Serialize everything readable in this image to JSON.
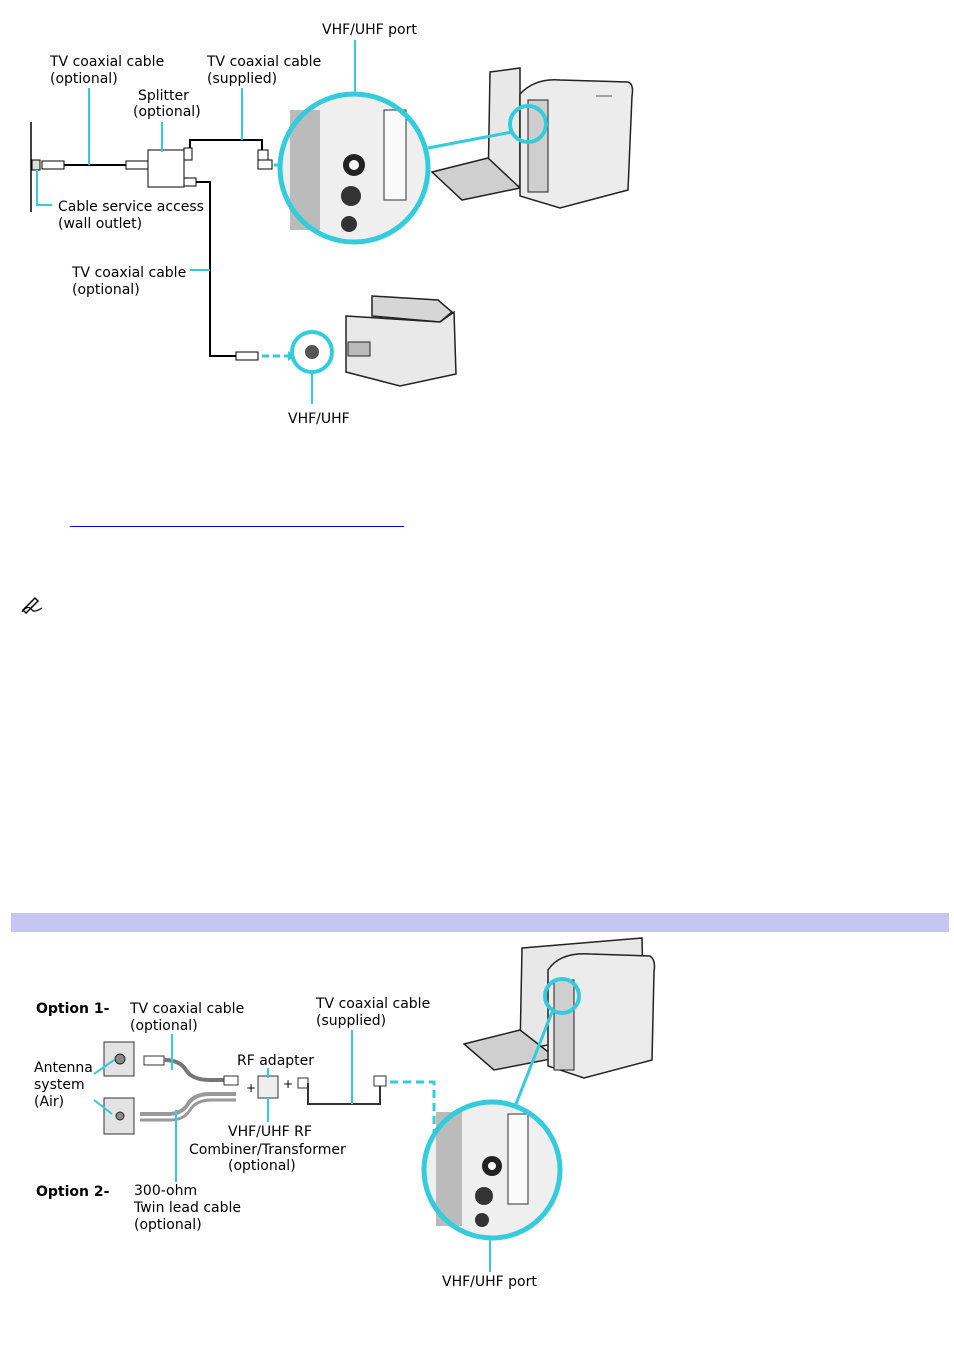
{
  "diagram1": {
    "labels": {
      "vhf_port_top": "VHF/UHF port",
      "tv_cable_opt_1a": "TV coaxial cable",
      "tv_cable_opt_1b": "(optional)",
      "tv_cable_sup_1a": "TV coaxial cable",
      "tv_cable_sup_1b": "(supplied)",
      "splitter_a": "Splitter",
      "splitter_b": "(optional)",
      "cable_service_a": "Cable service access",
      "cable_service_b": "(wall outlet)",
      "tv_cable_opt_2a": "TV coaxial cable",
      "tv_cable_opt_2b": "(optional)",
      "vhf_tv": "VHF/UHF"
    }
  },
  "diagram2": {
    "labels": {
      "option1": "Option 1-",
      "option2": "Option 2-",
      "tv_cable_opt_a": "TV coaxial cable",
      "tv_cable_opt_b": "(optional)",
      "tv_cable_sup_a": "TV coaxial cable",
      "tv_cable_sup_b": "(supplied)",
      "antenna_a": "Antenna",
      "antenna_b": "system",
      "antenna_c": "(Air)",
      "rf_adapter": "RF adapter",
      "combiner_a": "VHF/UHF RF",
      "combiner_b": "Combiner/Transformer",
      "combiner_c": "(optional)",
      "twin_a": "300-ohm",
      "twin_b": "Twin lead cable",
      "twin_c": "(optional)",
      "vhf_port_bottom": "VHF/UHF port"
    }
  },
  "colors": {
    "accent": "#33ccdd",
    "band": "#c6c6f5",
    "link": "#0000ee"
  }
}
